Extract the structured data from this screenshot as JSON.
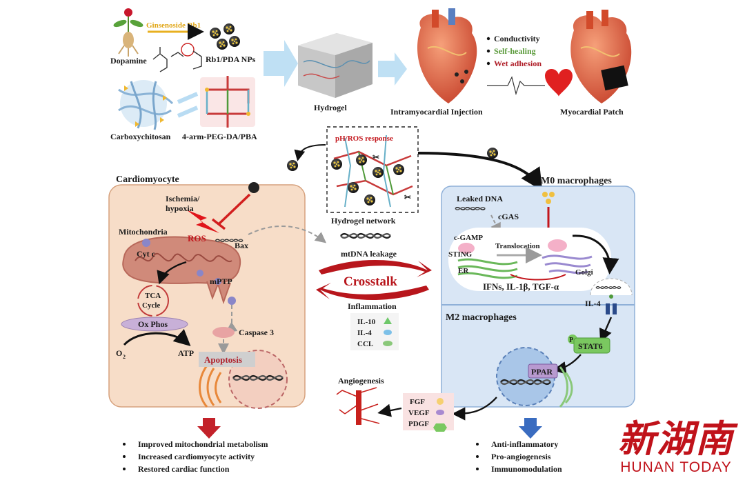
{
  "top": {
    "ginsenoside": "Ginsenoside Rb1",
    "dopamine": "Dopamine",
    "nps": "Rb1/PDA NPs",
    "carboxychitosan": "Carboxychitosan",
    "peg": "4-arm-PEG-DA/PBA",
    "hydrogel": "Hydrogel",
    "injection": "Intramyocardial Injection",
    "patch": "Myocardial Patch",
    "props": [
      "Conductivity",
      "Self-healing",
      "Wet adhesion"
    ]
  },
  "network": {
    "response": "pH/ROS response",
    "label": "Hydrogel network"
  },
  "cardio": {
    "title": "Cardiomyocyte",
    "ischemia1": "Ischemia/",
    "ischemia2": "hypoxia",
    "mito": "Mitochondria",
    "ros": "ROS",
    "bax": "Bax",
    "cytc": "Cyt c",
    "tca1": "TCA",
    "tca2": "Cycle",
    "mptp": "mPTP",
    "oxphos": "Ox Phos",
    "o2": "O",
    "o2sub": "2",
    "atp": "ATP",
    "caspase": "Caspase 3",
    "apoptosis": "Apoptosis"
  },
  "middle": {
    "mtdna": "mtDNA leakage",
    "crosstalk": "Crosstalk",
    "inflammation": "Inflammation",
    "cytokines": [
      "IL-10",
      "IL-4",
      "CCL"
    ],
    "angiogenesis": "Angiogenesis",
    "factors": [
      "FGF",
      "VEGF",
      "PDGF"
    ]
  },
  "macro": {
    "m0": "M0 macrophages",
    "leaked": "Leaked DNA",
    "cgas": "cGAS",
    "cgamp": "c-GAMP",
    "sting": "STING",
    "er": "ER",
    "translocation": "Translocation",
    "golgi": "Golgi",
    "ifns": "IFNs, IL-1β, TGF-α",
    "il4": "IL-4",
    "m2": "M2 macrophages",
    "p": "P",
    "stat6": "STAT6",
    "ppar": "PPAR"
  },
  "outcomes": {
    "left": [
      "Improved mitochondrial metabolism",
      "Increased cardiomyocyte activity",
      "Restored cardiac function"
    ],
    "right": [
      "Anti-inflammatory",
      "Pro-angiogenesis",
      "Immunomodulation"
    ]
  },
  "watermark": {
    "cn": "新湖南",
    "en": "HUNAN TODAY"
  },
  "colors": {
    "cardio_fill": "#f7ddc8",
    "cardio_stroke": "#d6a17d",
    "macro_fill": "#d9e6f5",
    "macro_stroke": "#8fb0d8",
    "accent_red": "#c3161c",
    "dark_red": "#a11a1a",
    "green": "#4f9a3a",
    "arrow_blue": "#b9dcf3"
  }
}
